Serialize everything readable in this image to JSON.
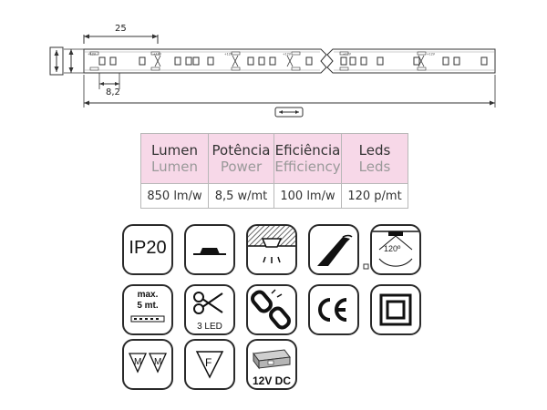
{
  "dimensions": {
    "pitch": "25",
    "segment": "8,2",
    "marking": "+12V"
  },
  "specs": {
    "columns": [
      {
        "pt": "Lumen",
        "en": "Lumen",
        "value": "850 lm/w"
      },
      {
        "pt": "Potência",
        "en": "Power",
        "value": "8,5 w/mt"
      },
      {
        "pt": "Eficiência",
        "en": "Efficiency",
        "value": "100 lm/w"
      },
      {
        "pt": "Leds",
        "en": "Leds",
        "value": "120 p/mt"
      }
    ]
  },
  "icons": {
    "ip_rating": "IP20",
    "beam_angle": "120º",
    "max_length_line1": "max.",
    "max_length_line2": "5 mt.",
    "cut_label": "3 LED",
    "voltage": "12V DC",
    "mark_m": "M",
    "mark_f": "F",
    "names": [
      "ip20-icon",
      "surface-mount-icon",
      "recessed-light-icon",
      "bend-icon",
      "beam-angle-icon",
      "max-length-icon",
      "cut-icon",
      "connection-icon",
      "ce-mark-icon",
      "double-insulation-icon",
      "mm-mark-icon",
      "f-mark-icon",
      "power-supply-icon"
    ]
  },
  "colors": {
    "table_header_bg": "#f7d8e8",
    "line": "#2a2a2a"
  }
}
